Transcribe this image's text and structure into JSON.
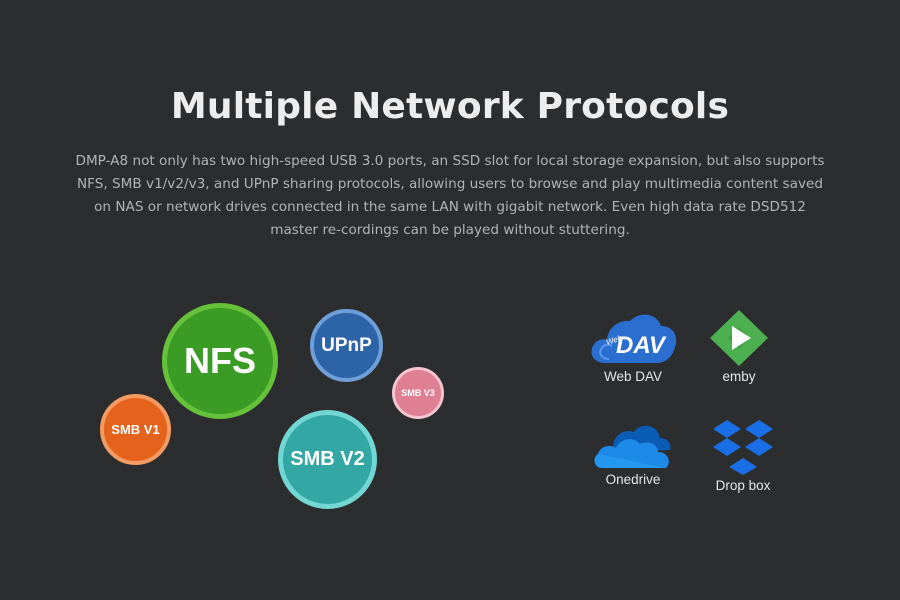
{
  "header": {
    "title": "Multiple Network Protocols",
    "description": "DMP-A8 not only has two high-speed USB 3.0 ports, an SSD slot for local storage expansion, but also supports NFS, SMB v1/v2/v3, and UPnP sharing protocols, allowing users to browse and play multimedia content saved on NAS or network drives connected in the same LAN with gigabit network. Even high data rate DSD512 master re-cordings can be played without stuttering."
  },
  "protocols": {
    "nfs": "NFS",
    "upnp": "UPnP",
    "smb_v3": "SMB V3",
    "smb_v1": "SMB V1",
    "smb_v2": "SMB V2"
  },
  "services": {
    "webdav": {
      "label": "Web DAV",
      "icon": "webdav-cloud-icon",
      "logo_text": "DAV",
      "logo_small": "Web"
    },
    "emby": {
      "label": "emby",
      "icon": "emby-play-icon"
    },
    "onedrive": {
      "label": "Onedrive",
      "icon": "onedrive-cloud-icon"
    },
    "dropbox": {
      "label": "Drop box",
      "icon": "dropbox-icon"
    }
  },
  "colors": {
    "background": "#2c2d2f",
    "nfs": "#3a9b25",
    "upnp": "#2d64a8",
    "smb_v3": "#df7f93",
    "smb_v1": "#e4621c",
    "smb_v2": "#33a7a4",
    "webdav": "#2a6fcf",
    "emby": "#4caf50",
    "onedrive": "#1d73c9",
    "dropbox": "#1b6fe6"
  }
}
